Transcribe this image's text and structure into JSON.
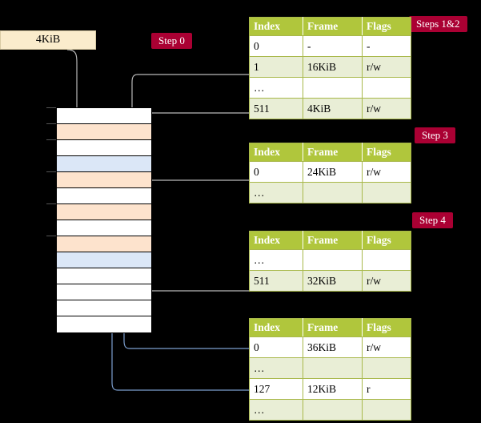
{
  "diagram": {
    "title_source_box": "4KiB",
    "badges": [
      {
        "id": "step0",
        "label": "Step 0"
      },
      {
        "id": "steps12",
        "label": "Steps 1&2"
      },
      {
        "id": "step3",
        "label": "Step 3"
      },
      {
        "id": "step4",
        "label": "Step 4"
      }
    ],
    "colors": {
      "badge_bg": "#aa0033",
      "badge_fg": "#ffffff",
      "table_header_bg": "#b0c63c",
      "table_alt_bg": "#e9eed6",
      "table_border": "#a8b84a",
      "highlight": "#ffff99",
      "source_box_bg": "#faeccc",
      "mem_orange": "#fde3cd",
      "mem_blue": "#dbe7f7",
      "wire_gray": "#b8b8b8",
      "wire_blue": "#7d9fd0"
    },
    "tables": [
      {
        "id": "table-pml4",
        "columns": [
          "Index",
          "Frame",
          "Flags"
        ],
        "rows": [
          {
            "cells": [
              "0",
              "-",
              "-"
            ],
            "alt": false,
            "highlight": []
          },
          {
            "cells": [
              "1",
              "16KiB",
              "r/w"
            ],
            "alt": true,
            "highlight": []
          },
          {
            "cells": [
              "…",
              "",
              ""
            ],
            "alt": false,
            "highlight": []
          },
          {
            "cells": [
              "511",
              "4KiB",
              "r/w"
            ],
            "alt": true,
            "highlight": [
              0,
              1,
              2
            ]
          }
        ]
      },
      {
        "id": "table-pdp",
        "columns": [
          "Index",
          "Frame",
          "Flags"
        ],
        "rows": [
          {
            "cells": [
              "0",
              "24KiB",
              "r/w"
            ],
            "alt": false,
            "highlight": []
          },
          {
            "cells": [
              "…",
              "",
              ""
            ],
            "alt": true,
            "highlight": []
          }
        ]
      },
      {
        "id": "table-pd",
        "columns": [
          "Index",
          "Frame",
          "Flags"
        ],
        "rows": [
          {
            "cells": [
              "…",
              "",
              ""
            ],
            "alt": false,
            "highlight": []
          },
          {
            "cells": [
              "511",
              "32KiB",
              "r/w"
            ],
            "alt": true,
            "highlight": []
          }
        ]
      },
      {
        "id": "table-pt",
        "columns": [
          "Index",
          "Frame",
          "Flags"
        ],
        "rows": [
          {
            "cells": [
              "0",
              "36KiB",
              "r/w"
            ],
            "alt": false,
            "highlight": []
          },
          {
            "cells": [
              "…",
              "",
              ""
            ],
            "alt": true,
            "highlight": []
          },
          {
            "cells": [
              "127",
              "12KiB",
              "r"
            ],
            "alt": false,
            "highlight": []
          },
          {
            "cells": [
              "…",
              "",
              ""
            ],
            "alt": true,
            "highlight": []
          }
        ]
      }
    ],
    "memory": {
      "label": "physical-memory-frames",
      "rows": [
        {
          "fill": "white"
        },
        {
          "fill": "orange"
        },
        {
          "fill": "white"
        },
        {
          "fill": "blue"
        },
        {
          "fill": "orange"
        },
        {
          "fill": "white"
        },
        {
          "fill": "orange"
        },
        {
          "fill": "white"
        },
        {
          "fill": "orange"
        },
        {
          "fill": "blue"
        },
        {
          "fill": "white"
        },
        {
          "fill": "white"
        },
        {
          "fill": "white"
        },
        {
          "fill": "white"
        }
      ]
    }
  }
}
